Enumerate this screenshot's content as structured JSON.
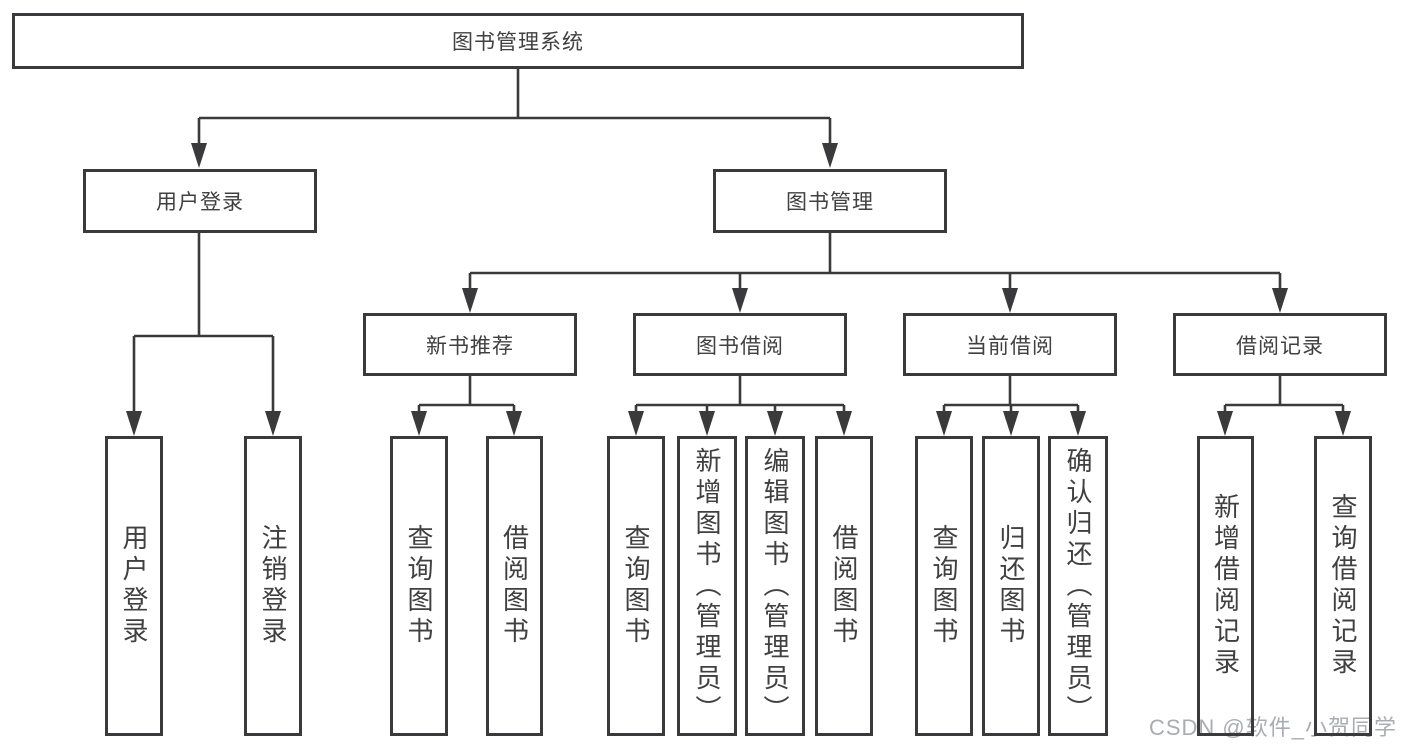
{
  "diagram": {
    "title": "图书管理系统",
    "root": {
      "label": "图书管理系统"
    },
    "level2": {
      "user_login": {
        "label": "用户登录"
      },
      "book_management": {
        "label": "图书管理"
      }
    },
    "level3": {
      "new_book_recommend": {
        "label": "新书推荐"
      },
      "book_borrow": {
        "label": "图书借阅"
      },
      "current_borrow": {
        "label": "当前借阅"
      },
      "borrow_records": {
        "label": "借阅记录"
      }
    },
    "leaves": {
      "user_login": [
        "用户登录",
        "注销登录"
      ],
      "new_book_recommend": [
        "查询图书",
        "借阅图书"
      ],
      "book_borrow": [
        "查询图书",
        "新增图书（管理员）",
        "编辑图书（管理员）",
        "借阅图书"
      ],
      "current_borrow": [
        "查询图书",
        "归还图书",
        "确认归还（管理员）"
      ],
      "borrow_records": [
        "新增借阅记录",
        "查询借阅记录"
      ]
    }
  },
  "watermark": "CSDN @软件_小贺同学",
  "colors": {
    "line": "#3a3a3c",
    "text": "#404040",
    "background": "#ffffff",
    "watermark": "#a9acb1"
  }
}
